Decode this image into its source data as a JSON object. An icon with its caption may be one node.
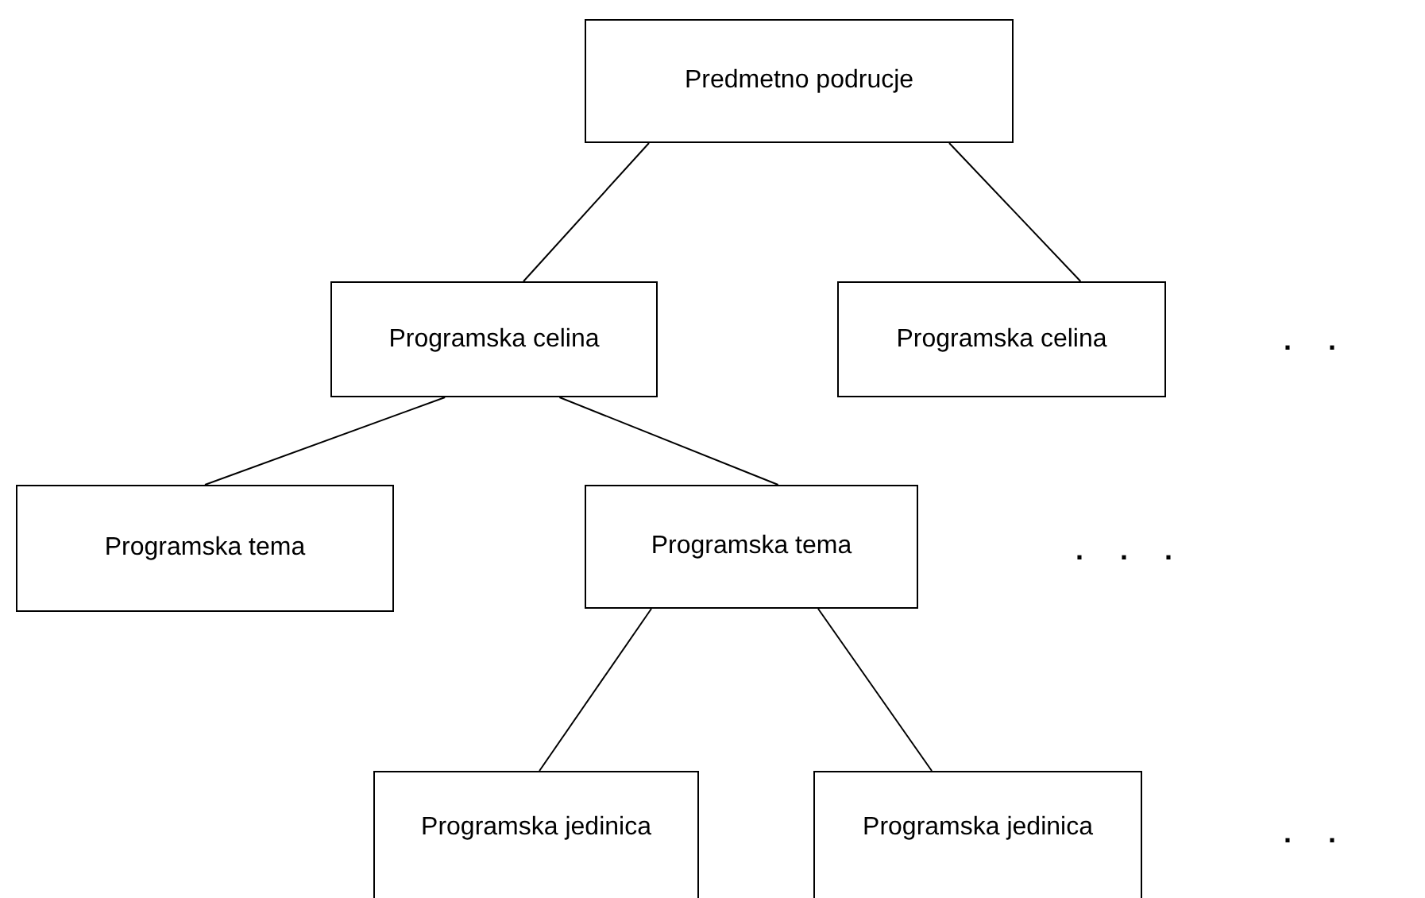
{
  "diagram": {
    "nodes": [
      {
        "text": [
          "Predmetno podrucje"
        ]
      },
      {
        "text": [
          "Programska celina"
        ]
      },
      {
        "text": [
          "Programska celina"
        ]
      },
      {
        "text": [
          "Programska tema"
        ]
      },
      {
        "text": [
          "Programska tema"
        ]
      },
      {
        "text": [
          "Programska jedinica"
        ]
      },
      {
        "text": [
          "Programska jedinica"
        ]
      }
    ],
    "edges": [
      {
        "from": 0,
        "to": 1,
        "arrow": "none"
      },
      {
        "from": 0,
        "to": 2,
        "arrow": "none"
      },
      {
        "from": 1,
        "to": 3,
        "arrow": "none"
      },
      {
        "from": 1,
        "to": 4,
        "arrow": "none"
      },
      {
        "from": 4,
        "to": 5,
        "arrow": "none"
      },
      {
        "from": 4,
        "to": 6,
        "arrow": "none"
      }
    ],
    "labels": [
      ". .",
      ". . .",
      ". ."
    ]
  }
}
